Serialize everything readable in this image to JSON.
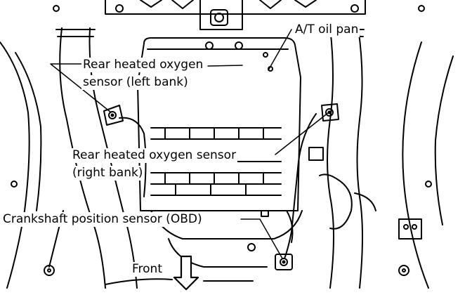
{
  "labels": {
    "at_oil_pan": "A/T oil pan",
    "rear_left_line1": "Rear heated oxygen",
    "rear_left_line2": "sensor (left bank)",
    "rear_right_line1": "Rear heated oxygen sensor",
    "rear_right_line2": "(right bank)",
    "crankshaft": "Crankshaft position sensor (OBD)",
    "front": "Front"
  },
  "colors": {
    "ink": "#000000",
    "paper": "#ffffff"
  },
  "icons": {
    "front_arrow": "down-arrow-icon",
    "sensor": "sensor-icon"
  }
}
